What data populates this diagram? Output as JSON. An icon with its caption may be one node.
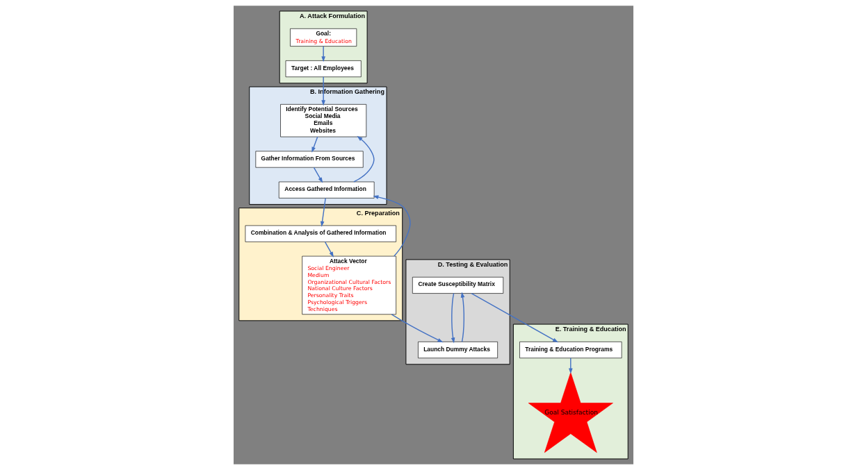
{
  "diagram": {
    "nodes": [
      {
        "text": [
          "A. Attack Formulation"
        ]
      },
      {
        "text": [
          "Goal:",
          "Training & Education"
        ],
        "in": 0
      },
      {
        "text": [
          "Target : All Employees"
        ],
        "in": 0
      },
      {
        "text": [
          "B. Information Gathering"
        ]
      },
      {
        "text": [
          "Identify Potential Sources",
          "Social Media",
          "Emails",
          "Websites"
        ],
        "in": 3
      },
      {
        "text": [
          "Gather Information From Sources"
        ],
        "in": 3
      },
      {
        "text": [
          "Access Gathered Information"
        ],
        "in": 3
      },
      {
        "text": [
          "C. Preparation"
        ]
      },
      {
        "text": [
          "Combination & Analysis of Gathered Information"
        ],
        "in": 7
      },
      {
        "text": [
          "Attack Vector",
          "Social Engineer",
          "Medium",
          "Organizational Cultural Factors",
          "National Culture Factors",
          "Personality Traits",
          "Psychological Triggers",
          "Techniques"
        ],
        "in": 7
      },
      {
        "text": [
          "D. Testing & Evaluation"
        ]
      },
      {
        "text": [
          "Create Susceptibility Matrix"
        ],
        "in": 10
      },
      {
        "text": [
          "Launch Dummy Attacks"
        ],
        "in": 10
      },
      {
        "text": [
          "E. Training & Education"
        ]
      },
      {
        "text": [
          "Goal Satisfaction"
        ],
        "in": 13
      },
      {
        "text": [
          "Training & Education Programs"
        ],
        "in": 13
      }
    ],
    "edges": [
      {
        "from": 1,
        "to": 2,
        "arrow": "to"
      },
      {
        "from": 2,
        "to": 4,
        "arrow": "to"
      },
      {
        "from": 4,
        "to": 5,
        "arrow": "to"
      },
      {
        "from": 5,
        "to": 6,
        "arrow": "to"
      },
      {
        "from": 6,
        "to": 4,
        "arrow": "to"
      },
      {
        "from": 6,
        "to": 8,
        "arrow": "to"
      },
      {
        "from": 9,
        "to": 6,
        "arrow": "to"
      },
      {
        "from": 8,
        "to": 9,
        "arrow": "to"
      },
      {
        "from": 9,
        "to": 12,
        "arrow": "to"
      },
      {
        "from": 12,
        "to": 11,
        "arrow": "to"
      },
      {
        "from": 11,
        "to": 12,
        "arrow": "to"
      },
      {
        "from": 11,
        "to": 15,
        "arrow": "to"
      },
      {
        "from": 15,
        "to": 14,
        "arrow": "to"
      }
    ]
  }
}
